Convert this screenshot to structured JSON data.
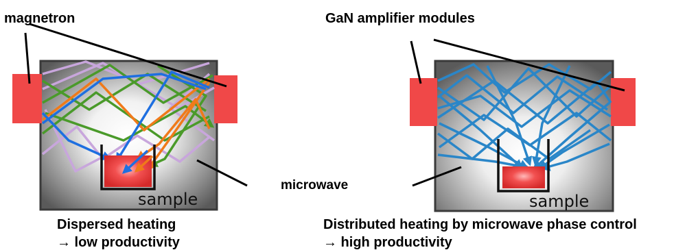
{
  "labels": {
    "magnetron": "magnetron",
    "gan": "GaN amplifier modules",
    "microwave": "microwave"
  },
  "panels": {
    "left": {
      "sample": "sample",
      "caption_line1": "Dispersed heating",
      "caption_line2": "→ low productivity"
    },
    "right": {
      "sample": "sample",
      "caption_line1": "Distributed heating by microwave phase control",
      "caption_line2": "→ high productivity"
    }
  },
  "colors": {
    "source_red": "#f04848",
    "sample_red": "#e83838",
    "chamber_edge": "#3a3a3a",
    "blue_ray": "#1e6fe0",
    "orange_ray": "#f07a1a",
    "green_ray": "#4a9a2a",
    "lavender_ray": "#c8a6dc",
    "phase_blue": "#2a86c8"
  }
}
